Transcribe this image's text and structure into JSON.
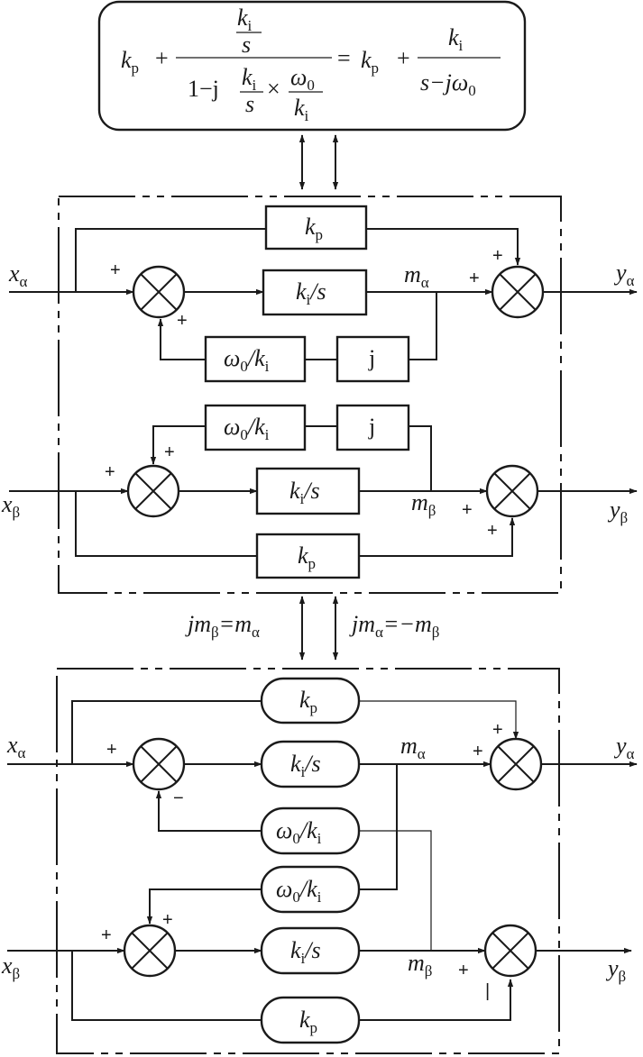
{
  "formula": {
    "lhs_kp": "k",
    "p_sub": "p",
    "plus": "+",
    "num_k": "k",
    "i_sub": "i",
    "s": "s",
    "den_one_minus_j": "1−j",
    "times": "×",
    "omega": "ω",
    "zero_sub": "0",
    "equals": "=",
    "rhs_den": "s−jω"
  },
  "inputs": {
    "x": "x",
    "y": "y",
    "alpha": "α",
    "beta": "β"
  },
  "blocks": {
    "kp": "k",
    "p": "p",
    "ki": "k",
    "i": "i",
    "over_s": "/s",
    "omega": "ω",
    "zero": "0",
    "over_k": "/k",
    "j": "j"
  },
  "signals": {
    "m": "m"
  },
  "relations": {
    "left": "jm",
    "eq": "=m",
    "right": "jm",
    "eq_neg": "=−m"
  },
  "signs": {
    "plus": "+",
    "minus": "−",
    "bar": "|"
  }
}
